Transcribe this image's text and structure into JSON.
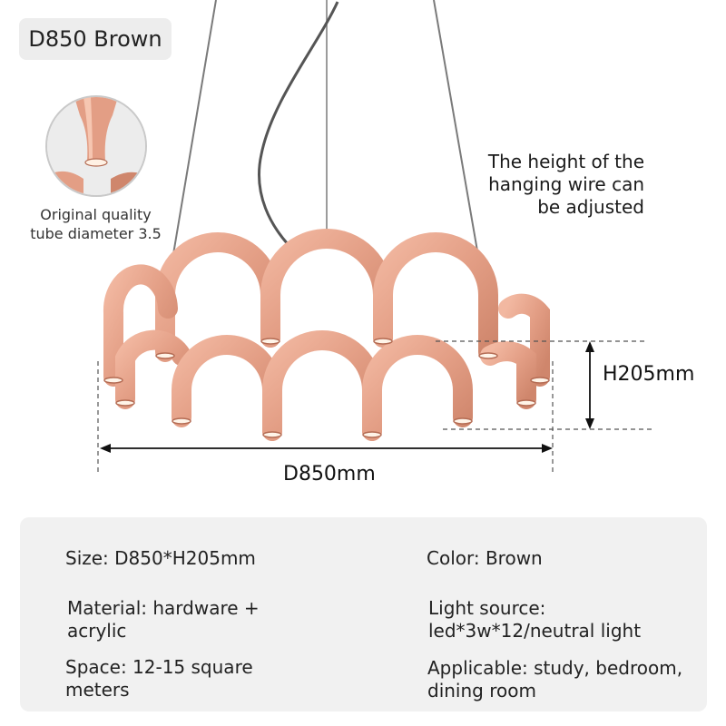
{
  "variant_tag": "D850 Brown",
  "tube_callout": {
    "line1": "Original quality",
    "line2": "tube diameter 3.5"
  },
  "wire_note": {
    "line1": "The height of the",
    "line2": "hanging wire can",
    "line3": "be adjusted"
  },
  "dimensions": {
    "height_label": "H205mm",
    "diameter_label": "D850mm"
  },
  "specs": {
    "size": {
      "line1": "Size: D850*H205mm"
    },
    "color": {
      "line1": "Color: Brown"
    },
    "material": {
      "line1": "Material: hardware +",
      "line2": "acrylic"
    },
    "light_source": {
      "line1": "Light source:",
      "line2": "led*3w*12/neutral light"
    },
    "space": {
      "line1": "Space: 12-15 square",
      "line2": "meters"
    },
    "applicable": {
      "line1": "Applicable: study, bedroom,",
      "line2": "dining room"
    }
  },
  "colors": {
    "lamp_body": "#e39e85",
    "lamp_shadow": "#c97c63",
    "lamp_highlight": "#f6c6b1",
    "panel_bg": "#f1f1f1"
  }
}
